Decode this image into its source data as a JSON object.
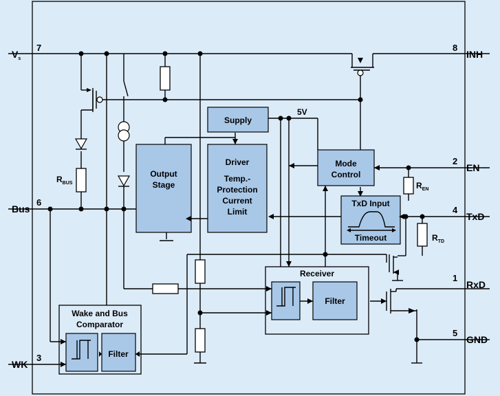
{
  "pins": {
    "vs": {
      "label": "V",
      "sub": "s",
      "num": "7"
    },
    "bus": {
      "label": "Bus",
      "num": "6"
    },
    "wk": {
      "label": "WK",
      "num": "3"
    },
    "inh": {
      "label": "INH",
      "num": "8"
    },
    "en": {
      "label": "EN",
      "num": "2"
    },
    "txd": {
      "label": "TxD",
      "num": "4"
    },
    "rxd": {
      "label": "RxD",
      "num": "1"
    },
    "gnd": {
      "label": "GND",
      "num": "5"
    }
  },
  "blocks": {
    "supply": "Supply",
    "supply_voltage": "5V",
    "driver": {
      "title": "Driver",
      "line1": "Temp.-",
      "line2": "Protection",
      "line3": "Current",
      "line4": "Limit"
    },
    "output_stage": {
      "line1": "Output",
      "line2": "Stage"
    },
    "mode_control": {
      "line1": "Mode",
      "line2": "Control"
    },
    "txd_input": {
      "title": "TxD Input",
      "footer": "Timeout"
    },
    "receiver": {
      "title": "Receiver",
      "filter": "Filter"
    },
    "wake": {
      "line1": "Wake and Bus",
      "line2": "Comparator",
      "filter": "Filter"
    }
  },
  "resistors": {
    "r_bus": {
      "label": "R",
      "sub": "BUS"
    },
    "r_en": {
      "label": "R",
      "sub": "EN"
    },
    "r_td": {
      "label": "R",
      "sub": "TD"
    }
  }
}
